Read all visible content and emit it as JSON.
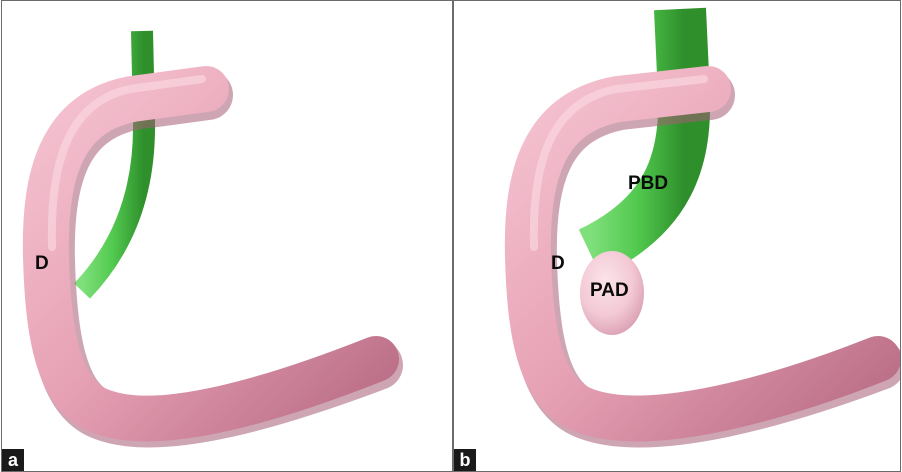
{
  "panels": [
    {
      "tag": "a",
      "labels": {
        "duodenum": "D"
      }
    },
    {
      "tag": "b",
      "labels": {
        "duodenum": "D",
        "bile_duct": "PBD",
        "diverticulum": "PAD"
      }
    }
  ],
  "colors": {
    "duodenum": "#e6a0b4",
    "duodenum_shadow": "#b86c85",
    "bile_duct": "#52c94f",
    "bile_duct_shadow": "#2e8f2b",
    "diverticulum": "#f3c9d5",
    "border": "#6b6b6b",
    "tag_background": "#1a1a1a"
  }
}
